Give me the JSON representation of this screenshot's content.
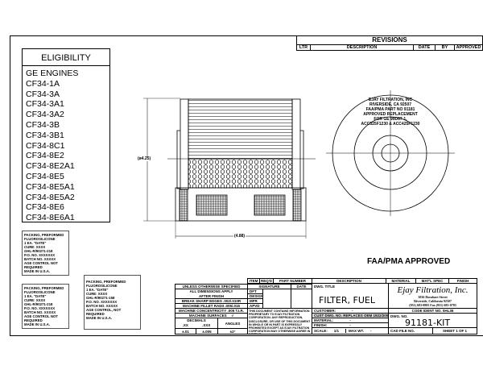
{
  "revisions": {
    "title": "REVISIONS",
    "columns": [
      "LTR",
      "DESCRIPTION",
      "DATE",
      "BY",
      "APPROVED"
    ]
  },
  "eligibility": {
    "title": "ELIGIBILITY",
    "items": [
      "GE ENGINES",
      "CF34-1A",
      "CF34-3A",
      "CF34-3A1",
      "CF34-3A2",
      "CF34-3B",
      "CF34-3B1",
      "CF34-8C1",
      "CF34-8E2",
      "CF34-8E2A1",
      "CF34-8E5",
      "CF34-8E5A1",
      "CF34-8E5A2",
      "CF34-8E6",
      "CF34-8E6A1"
    ]
  },
  "dimensions": {
    "diameter": "(ø4.25)",
    "length": "(4.88)"
  },
  "end_view_text": [
    "EJAY FILTRATION, INC",
    "RIVERSIDE, CA 92507",
    "FAA/PMA PART NO 91181",
    "APPROVED REPLACEMENT",
    "FOR GE 99D67-1,",
    "ACC325F1230 & ACC425F1230"
  ],
  "approval": "FAA/PMA APPROVED",
  "packing_labels": [
    {
      "lines": [
        "PACKING, PREFORMED",
        "FLUOROSILICONE",
        "1 EA. \"DATE\"",
        "CURE: XXXX",
        "GHL-R/90271-218",
        "P.O. NO. XXXXXXX",
        "BATCH NO. XXXXX",
        "AGE CONTROL NOT REQUIRED",
        "MADE IN U.S.A."
      ]
    },
    {
      "lines": [
        "PACKING, PREFORMED",
        "FLUOROSILICONE",
        "1 EA. \"DATE\"",
        "CURE: XXXX",
        "GHL-R/90271-218",
        "P.O. NO. XXXXXXX",
        "BATCH NO. XXXXX",
        "AGE CONTROL NOT REQUIRED",
        "MADE IN U.S.A."
      ]
    },
    {
      "lines": [
        "PACKING, PREFORMED",
        "FLUOROSILICONE",
        "1 EA. \"DATE\"",
        "CURE: XXXX",
        "GHL-R/90271-158",
        "P.O. NO. XXXXXXX",
        "BATCH NO. XXXXX",
        "AGE CONTROL, NOT REQUIRED",
        "MADE IN U.S.A."
      ]
    }
  ],
  "title_block": {
    "parts_header": [
      "ITEM",
      "REQ'D",
      "PART NUMBER",
      "DESCRIPTION",
      "MATERIAL",
      "MAT'L SPEC",
      "FINISH"
    ],
    "unless": "UNLESS OTHERWISE SPECIFIED",
    "dims_apply": "ALL DIMENSIONS APPLY",
    "after_finish": "AFTER FINISH",
    "break_edges": "BREAK SHARP EDGES .002/.010R",
    "fillet": "MACHINE FILLET RADII .005/.015",
    "concentricity": "MACHINE CONCENTRICITY .005 T.I.R.",
    "surfaces": "MACHINE SURFACES",
    "surface_sym": "√",
    "decimals": "DECIMALS",
    "xx": ".XX",
    "xxx": ".XXX",
    "angles": "ANGLES",
    "tol_xx": "±.01",
    "tol_xxx": "±.005",
    "tol_ang": "±2°",
    "signature": "SIGNATURE",
    "date": "DATE",
    "roles": [
      "DFT",
      "DESIGN",
      "MFR",
      "APVD"
    ],
    "proprietary": "THIS DOCUMENT CONTAINS INFORMATION PROPRIETARY TO EJAY FILTRATION CORPORATION. ANY REPRODUCTION, DISCLOSURE, OR USE OF THIS DOCUMENT IN WHOLE OR IN PART IS EXPRESSLY PROHIBITED EXCEPT AS EJAY FILTRATION CORPORATION MAY OTHERWISE AGREE IN WRITING.",
    "dwg_title_label": "DWG. TITLE",
    "dwg_title": "FILTER, FUEL",
    "customer": "CUSTOMER:",
    "customer_val": "-",
    "cust_dwg": "CUST DWG. NO. REPLACES OEM 1922/2000",
    "material": "MATERIAL:",
    "material_val": "-",
    "finish": "FINISH:",
    "finish_val": "-",
    "scale": "SCALE:",
    "scale_val": "1/1",
    "max_wt": "MAX WT.",
    "max_wt_val": "-",
    "company": "Ejay Filtration, Inc.",
    "address": "3036 Durahart Street",
    "city": "Riverside, California 92507",
    "phone": "(951) 683-0805  Fax (951) 683-0783",
    "code_ident": "CODE IDENT NO. 0HL36",
    "dwg_no_label": "DWG. NO.",
    "dwg_no": "91181-KIT",
    "cad_file": "CAD FILE NO.",
    "sheet": "SHEET 1 OF 1"
  }
}
